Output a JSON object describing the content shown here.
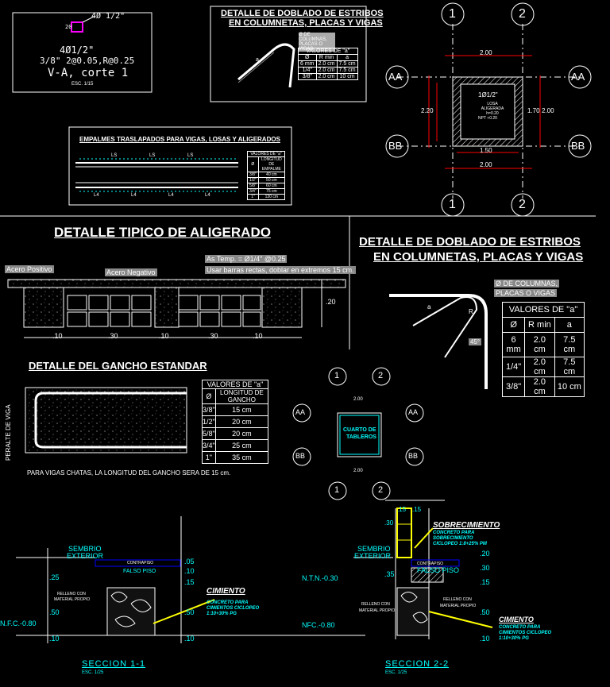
{
  "corte": {
    "bar_label": "4Ø 1/2\"",
    "dim20": "20",
    "line1": "4Ø1/2\"",
    "line2": "3/8\" 2@0.05,R@0.25",
    "line3": "V-A, corte 1",
    "scale": "ESC. 1/15"
  },
  "doblado_small": {
    "title1": "DETALLE DE DOBLADO DE ESTRIBOS",
    "title2": "EN COLUMNETAS, PLACAS Y VIGAS",
    "note": "Ø DE COLUMNAS, PLACAS O VIGAS",
    "a": "a",
    "table_title": "VALORES DE \"a\"",
    "headers": [
      "Ø",
      "R min",
      "a"
    ],
    "rows": [
      [
        "6 mm",
        "2.0 cm",
        "7.5 cm"
      ],
      [
        "1/4\"",
        "2.0 cm",
        "7.5 cm"
      ],
      [
        "3/8\"",
        "2.0 cm",
        "10 cm"
      ]
    ]
  },
  "empalmes": {
    "title": "EMPALMES TRASLAPADOS PARA VIGAS, LOSAS Y ALIGERADOS",
    "ls": [
      "LS",
      "LS",
      "LS",
      "L4",
      "L4",
      "L4",
      "L4"
    ],
    "table_title": "VALORES DE \"a\"",
    "headers": [
      "Ø",
      "LONGITUD DE EMPALME"
    ],
    "rows": [
      [
        "3/8\"",
        "40 cm"
      ],
      [
        "1/2\"",
        "50 cm"
      ],
      [
        "5/8\"",
        "60 cm"
      ],
      [
        "3/4\"",
        "75 cm"
      ],
      [
        "1\"",
        "130 cm"
      ]
    ]
  },
  "plan_large": {
    "axes_top": [
      "1",
      "2"
    ],
    "axes_side": [
      "AA",
      "BB"
    ],
    "dims": [
      "2.00",
      "2.00",
      "1.50",
      "2.20",
      "1.70",
      "2.00"
    ],
    "label_bars": "1Ø1/2\"",
    "label_losa": "LOSA ALIGERADA h=0.20",
    "label_nivel": "NPT +0.20"
  },
  "aligerado": {
    "title": "DETALLE TIPICO DE ALIGERADO",
    "acero_pos": "Acero Positivo",
    "acero_neg": "Acero Negativo",
    "temp1": "As Temp. = Ø1/4\" @0.25",
    "temp2": "Usar barras rectas, doblar en extremos 15 cm.",
    "h": ".20",
    "dims": [
      ".10",
      ".30",
      ".10",
      ".30",
      ".10"
    ]
  },
  "doblado_large": {
    "title1": "DETALLE DE DOBLADO DE ESTRIBOS",
    "title2": "EN COLUMNETAS, PLACAS Y VIGAS",
    "note1": "Ø DE COLUMNAS,",
    "note2": "PLACAS O VIGAS",
    "a": "a",
    "r": "R",
    "angle": "45°",
    "table_title": "VALORES DE \"a\"",
    "headers": [
      "Ø",
      "R min",
      "a"
    ],
    "rows": [
      [
        "6 mm",
        "2.0 cm",
        "7.5 cm"
      ],
      [
        "1/4\"",
        "2.0 cm",
        "7.5 cm"
      ],
      [
        "3/8\"",
        "2.0 cm",
        "10 cm"
      ]
    ]
  },
  "gancho": {
    "title": "DETALLE DEL GANCHO ESTANDAR",
    "side": "PERALTE DE VIGA",
    "table_title": "VALORES DE \"a\"",
    "headers": [
      "Ø",
      "LONGITUD DE GANCHO"
    ],
    "rows": [
      [
        "3/8\"",
        "15 cm"
      ],
      [
        "1/2\"",
        "20 cm"
      ],
      [
        "5/8\"",
        "20 cm"
      ],
      [
        "3/4\"",
        "25 cm"
      ],
      [
        "1\"",
        "35 cm"
      ]
    ],
    "note": "PARA VIGAS CHATAS, LA LONGITUD DEL GANCHO SERA DE 15 cm."
  },
  "plan_small": {
    "axes_top": [
      "1",
      "2"
    ],
    "axes_side": [
      "AA",
      "BB"
    ],
    "room1": "CUARTO DE",
    "room2": "TABLEROS",
    "dims": [
      "2.00",
      "2.00"
    ]
  },
  "seccion1": {
    "sembrio1": "SEMBRIO",
    "sembrio2": "EXTERIOR",
    "contrapiso": "CONTRAPISO",
    "falso_piso": "FALSO PISO",
    "relleno1": "RELLENO CON",
    "relleno2": "MATERIAL PROPIO",
    "nfc": "N.F.C.-0.80",
    "dims_left": [
      ".25",
      ".50",
      ".10"
    ],
    "dims_right": [
      ".05",
      ".10",
      ".15",
      ".50",
      ".10"
    ],
    "cimiento": "CIMIENTO",
    "conc1": "CONCRETO PARA",
    "conc2": "CIMIENTOS CICLOPEO",
    "conc3": "1:10+30% PG",
    "title": "SECCION 1-1",
    "scale": "ESC. 1/25"
  },
  "seccion2": {
    "sobrecimiento": "SOBRECIMIENTO",
    "sc1": "CONCRETO PARA",
    "sc2": "SOBRECIMIENTO",
    "sc3": "CICLOPEO 1:8+25% PM",
    "sembrio1": "SEMBRIO",
    "sembrio2": "EXTERIOR",
    "ntn": "N.T.N.-0.30",
    "contrapiso": "CONTRAPISO",
    "falso_piso": "FALSO PISO",
    "relleno1": "RELLENO CON",
    "relleno2": "MATERIAL PROPIO",
    "nfc": "NFC.-0.80",
    "dims_top": [
      ".15",
      ".15",
      ".30"
    ],
    "dims_left": [
      ".35"
    ],
    "dims_right": [
      ".20",
      ".30",
      ".15",
      ".50",
      ".10"
    ],
    "cimiento": "CIMIENTO",
    "conc1": "CONCRETO PARA",
    "conc2": "CIMIENTOS CICLOPEO",
    "conc3": "1:10+30% PG",
    "title": "SECCION 2-2",
    "scale": "ESC. 1/25"
  }
}
